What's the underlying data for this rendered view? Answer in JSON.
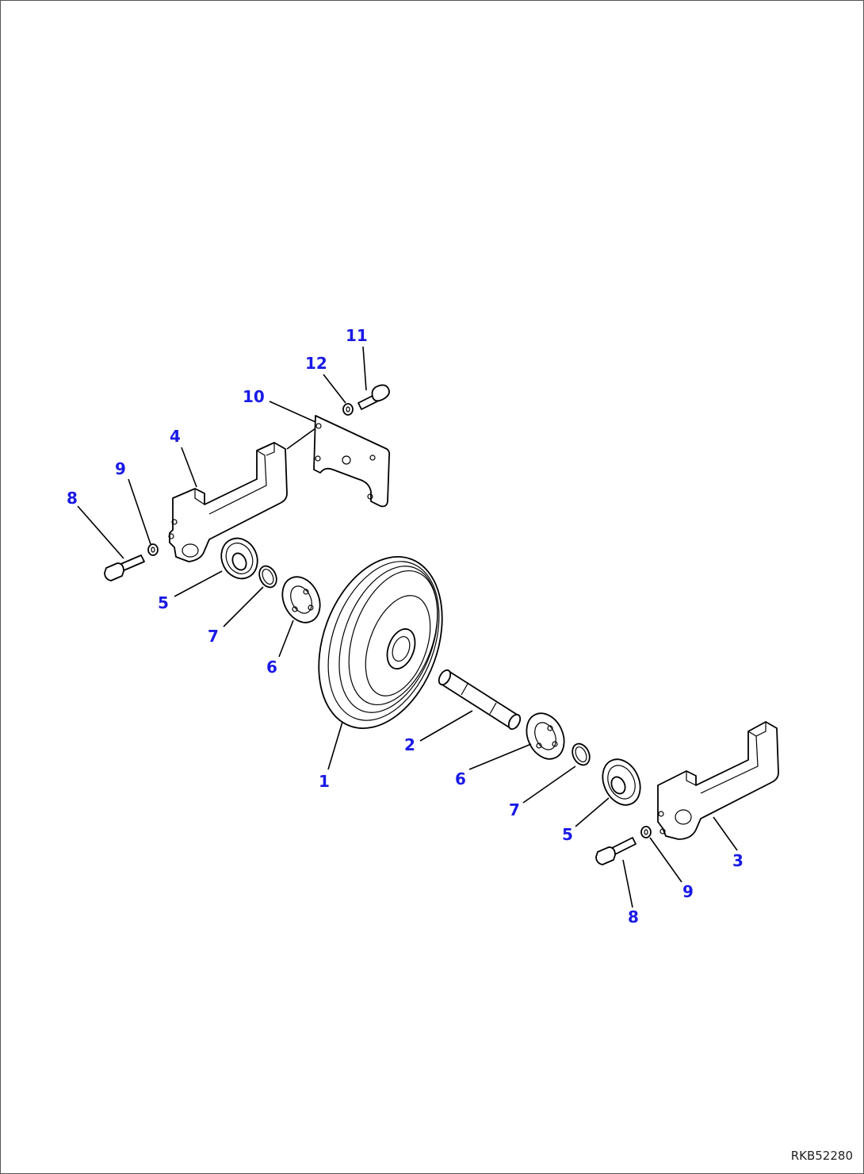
{
  "drawing": {
    "code": "RKB52280",
    "callouts": [
      {
        "id": "c1",
        "label": "1"
      },
      {
        "id": "c2",
        "label": "2"
      },
      {
        "id": "c3",
        "label": "3"
      },
      {
        "id": "c4",
        "label": "4"
      },
      {
        "id": "c5a",
        "label": "5"
      },
      {
        "id": "c5b",
        "label": "5"
      },
      {
        "id": "c6a",
        "label": "6"
      },
      {
        "id": "c6b",
        "label": "6"
      },
      {
        "id": "c7a",
        "label": "7"
      },
      {
        "id": "c7b",
        "label": "7"
      },
      {
        "id": "c8a",
        "label": "8"
      },
      {
        "id": "c8b",
        "label": "8"
      },
      {
        "id": "c9a",
        "label": "9"
      },
      {
        "id": "c9b",
        "label": "9"
      },
      {
        "id": "c10",
        "label": "10"
      },
      {
        "id": "c11",
        "label": "11"
      },
      {
        "id": "c12",
        "label": "12"
      }
    ],
    "callout_color": "#1a1ae6"
  }
}
